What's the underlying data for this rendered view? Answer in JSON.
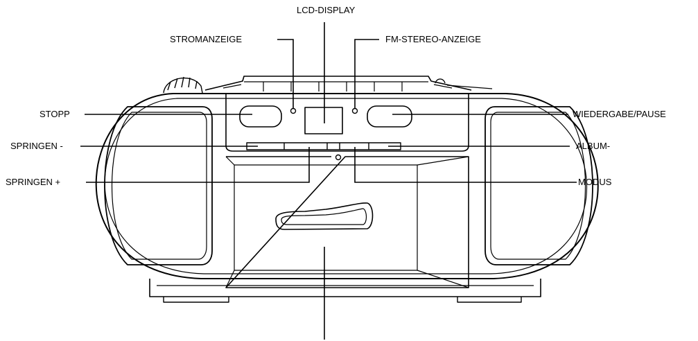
{
  "labels": {
    "lcd_display": "LCD-DISPLAY",
    "power_indicator": "STROMANZEIGE",
    "fm_stereo_indicator": "FM-STEREO-ANZEIGE",
    "stop": "STOPP",
    "play_pause": "WIEDERGABE/PAUSE",
    "skip_back": "SPRINGEN -",
    "album_minus": "ALBUM-",
    "skip_forward": "SPRINGEN +",
    "mode": "MODUS"
  }
}
